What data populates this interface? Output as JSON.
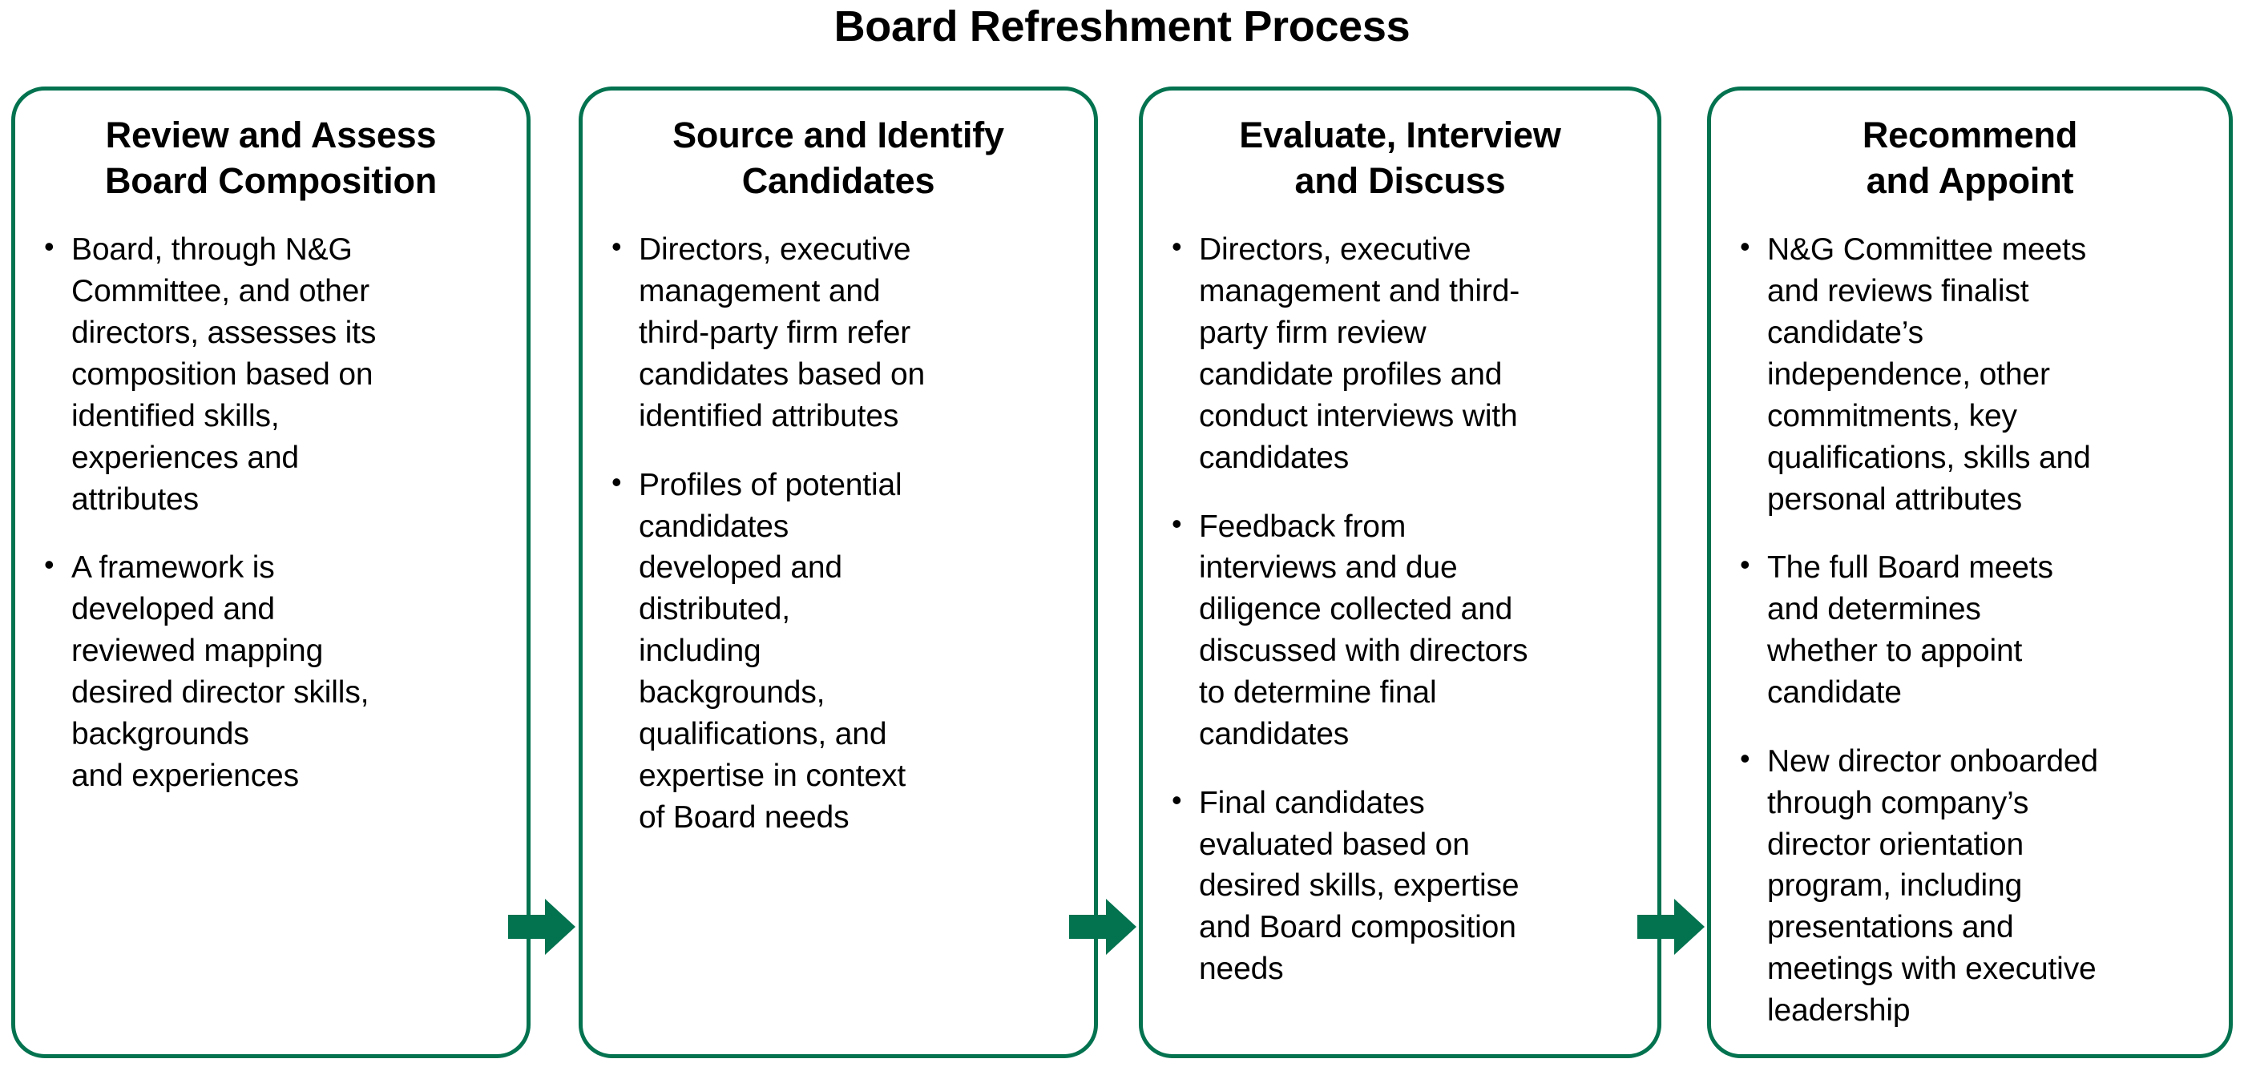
{
  "diagram": {
    "title": "Board Refreshment Process",
    "accent_color": "#03724F",
    "text_color": "#000000",
    "background_color": "#FFFFFF",
    "bullet_glyph": "•",
    "arrow_icon": "right-arrow-icon",
    "stages": [
      {
        "heading": "Review and Assess\nBoard Composition",
        "bullets": [
          "Board, through N&G\nCommittee, and other\ndirectors, assesses its\ncomposition based on\nidentified skills,\nexperiences and\nattributes",
          "A framework is\ndeveloped and\nreviewed mapping\ndesired director skills,\nbackgrounds\nand experiences"
        ]
      },
      {
        "heading": "Source and Identify\nCandidates",
        "bullets": [
          "Directors, executive\nmanagement and\nthird-party firm refer\ncandidates based on\nidentified attributes",
          "Profiles of potential\ncandidates\ndeveloped and\ndistributed,\nincluding\nbackgrounds,\nqualifications, and\nexpertise in context\nof Board needs"
        ]
      },
      {
        "heading": "Evaluate, Interview\nand Discuss",
        "bullets": [
          "Directors, executive\nmanagement and third-\nparty firm review\ncandidate profiles and\nconduct interviews with\ncandidates",
          "Feedback from\ninterviews and due\ndiligence collected and\ndiscussed with directors\nto determine final\ncandidates",
          "Final candidates\nevaluated based on\ndesired skills, expertise\nand Board composition\nneeds"
        ]
      },
      {
        "heading": "Recommend\nand Appoint",
        "bullets": [
          "N&G Committee meets\nand reviews finalist\ncandidate’s\nindependence, other\ncommitments, key\nqualifications, skills and\npersonal attributes",
          "The full Board meets\nand determines\nwhether to appoint\ncandidate",
          "New director onboarded\nthrough company’s\ndirector orientation\nprogram, including\npresentations and\nmeetings with executive\nleadership"
        ]
      }
    ]
  }
}
